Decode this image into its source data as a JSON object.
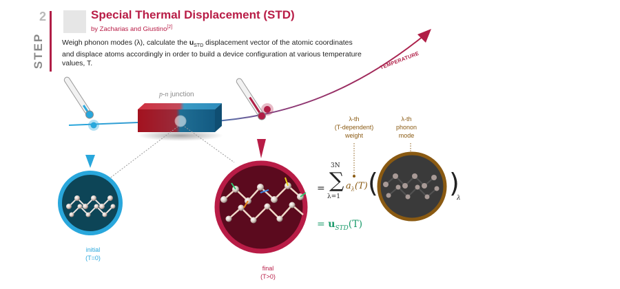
{
  "step": {
    "number": "2",
    "word": "STEP"
  },
  "header": {
    "title": "Special Thermal Displacement (STD)",
    "byline": "by Zacharias and Giustino",
    "byline_ref": "[2]"
  },
  "description": {
    "part1": "Weigh phonon modes (λ), calculate the ",
    "vector": "u",
    "vector_sub": "STD",
    "part2": " displacement vector of the atomic coordinates and displace atoms accordingly in order to build a device configuration at various temperature values, T."
  },
  "temperature_arrow_label": "TEMPERATURE",
  "device": {
    "junction_italic": "p-n",
    "junction_rest": " junction"
  },
  "labels": {
    "initial": "initial",
    "initial_cond": "(T=0)",
    "final": "final",
    "final_cond": "(T>0)",
    "weight": [
      "λ-th",
      "(T-dependent)",
      "weight"
    ],
    "mode": [
      "λ-th",
      "phonon",
      "mode"
    ]
  },
  "equation": {
    "equals": "=",
    "sum_top": "3N",
    "sum_bottom": "λ=1",
    "sigma": "∑",
    "weight_term": "a",
    "weight_sub": "λ",
    "weight_arg": "(T)",
    "left_paren": "(",
    "right_paren": ")",
    "outer_sub": "λ",
    "result_equals": "= ",
    "result_vec": "u",
    "result_sub": "STD",
    "result_arg": "(T)"
  },
  "colors": {
    "accent": "#b81c46",
    "cold": "#29a7dc",
    "weight": "#8a5a12",
    "result": "#1a9a6a"
  }
}
